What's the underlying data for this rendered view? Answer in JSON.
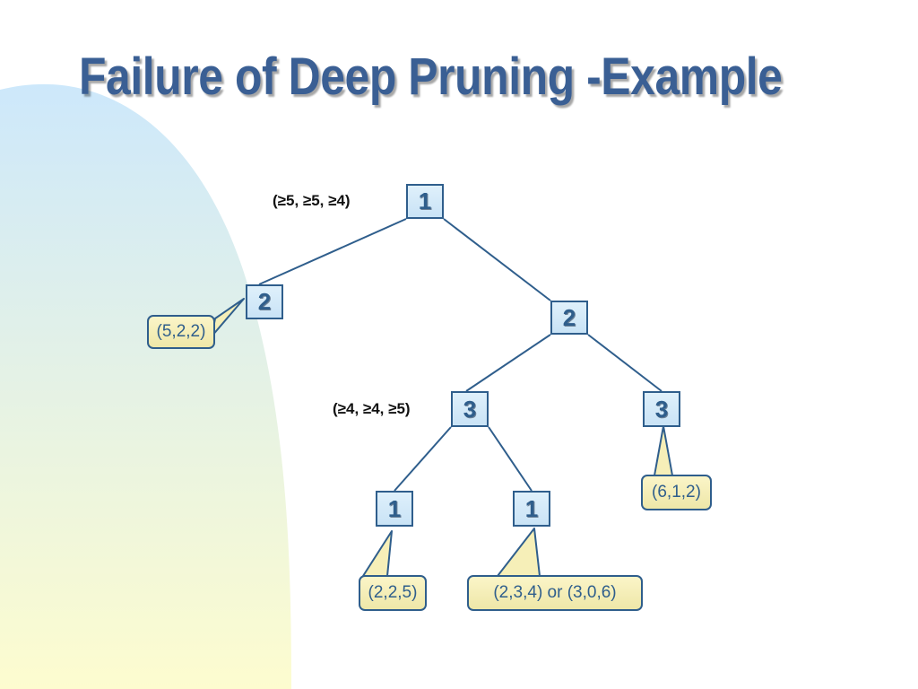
{
  "title": "Failure of Deep Pruning -Example",
  "colors": {
    "title": "#3a5f94",
    "node_border": "#2f5e8c",
    "node_fill": "#d6ebf9",
    "callout_fill": "#f6efb8",
    "bg_gradient_top": "#cde8fb",
    "bg_gradient_bottom": "#fdfccf"
  },
  "nodes": {
    "root": "1",
    "level1_left": "2",
    "level1_right": "2",
    "level2_left": "3",
    "level2_right": "3",
    "level3_left": "1",
    "level3_right": "1"
  },
  "bounds": {
    "root": "(≥5, ≥5, ≥4)",
    "level2_left": "(≥4, ≥4, ≥5)"
  },
  "leaf_values": {
    "level1_left": "(5,2,2)",
    "level2_right": "(6,1,2)",
    "level3_left": "(2,2,5)",
    "level3_right": "(2,3,4) or (3,0,6)"
  }
}
